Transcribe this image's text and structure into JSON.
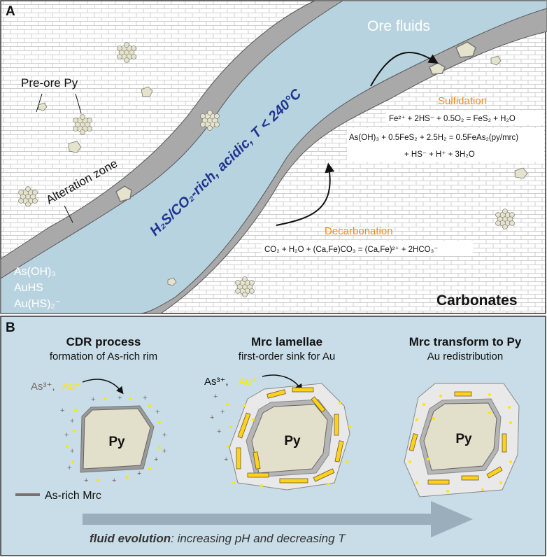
{
  "panel_a": {
    "label": "A",
    "ore_fluids": "Ore fluids",
    "pre_ore_py": "Pre-ore Py",
    "alteration_zone": "Alteration zone",
    "fluid_condition": "H₂S/CO₂-rich, acidic, T < 240°C",
    "sulfidation_title": "Sulfidation",
    "sulfidation_eq1": "Fe²⁺ + 2HS⁻ + 0.5O₂ = FeS₂ +  H₂O",
    "sulfidation_eq2_line1": "As(OH)₃ + 0.5FeS₂ + 2.5H₂ = 0.5FeAs₂(py/mrc)",
    "sulfidation_eq2_line2": "+ HS⁻ + H⁺ + 3H₂O",
    "decarbonation_title": "Decarbonation",
    "decarbonation_eq": "CO₂ + H₂O + (Ca,Fe)CO₃ = (Ca,Fe)²⁺ + 2HCO₃⁻",
    "species": [
      "As(OH)₃",
      "AuHS",
      "Au(HS)₂⁻"
    ],
    "carbonates": "Carbonates"
  },
  "panel_b": {
    "label": "B",
    "stage1_title": "CDR process",
    "stage1_subtitle": "formation of As-rich rim",
    "stage2_title": "Mrc lamellae",
    "stage2_subtitle": "first-order sink for Au",
    "stage3_title": "Mrc transform to Py",
    "stage3_subtitle": "Au redistribution",
    "ions_as": "As³⁺,",
    "ions_au": "Au⁺",
    "py_label": "Py",
    "legend_label": "As-rich Mrc",
    "arrow_bold": "fluid evolution",
    "arrow_rest": ": increasing pH and decreasing T"
  },
  "colors": {
    "fluid": "#b8d3e0",
    "alteration": "#a9a9a9",
    "panel_b_bg": "#c8dde7",
    "gold": "#ffe600",
    "orange": "#f08c1e",
    "navy": "#1f3590",
    "pyrite": "#e2dfcb"
  }
}
